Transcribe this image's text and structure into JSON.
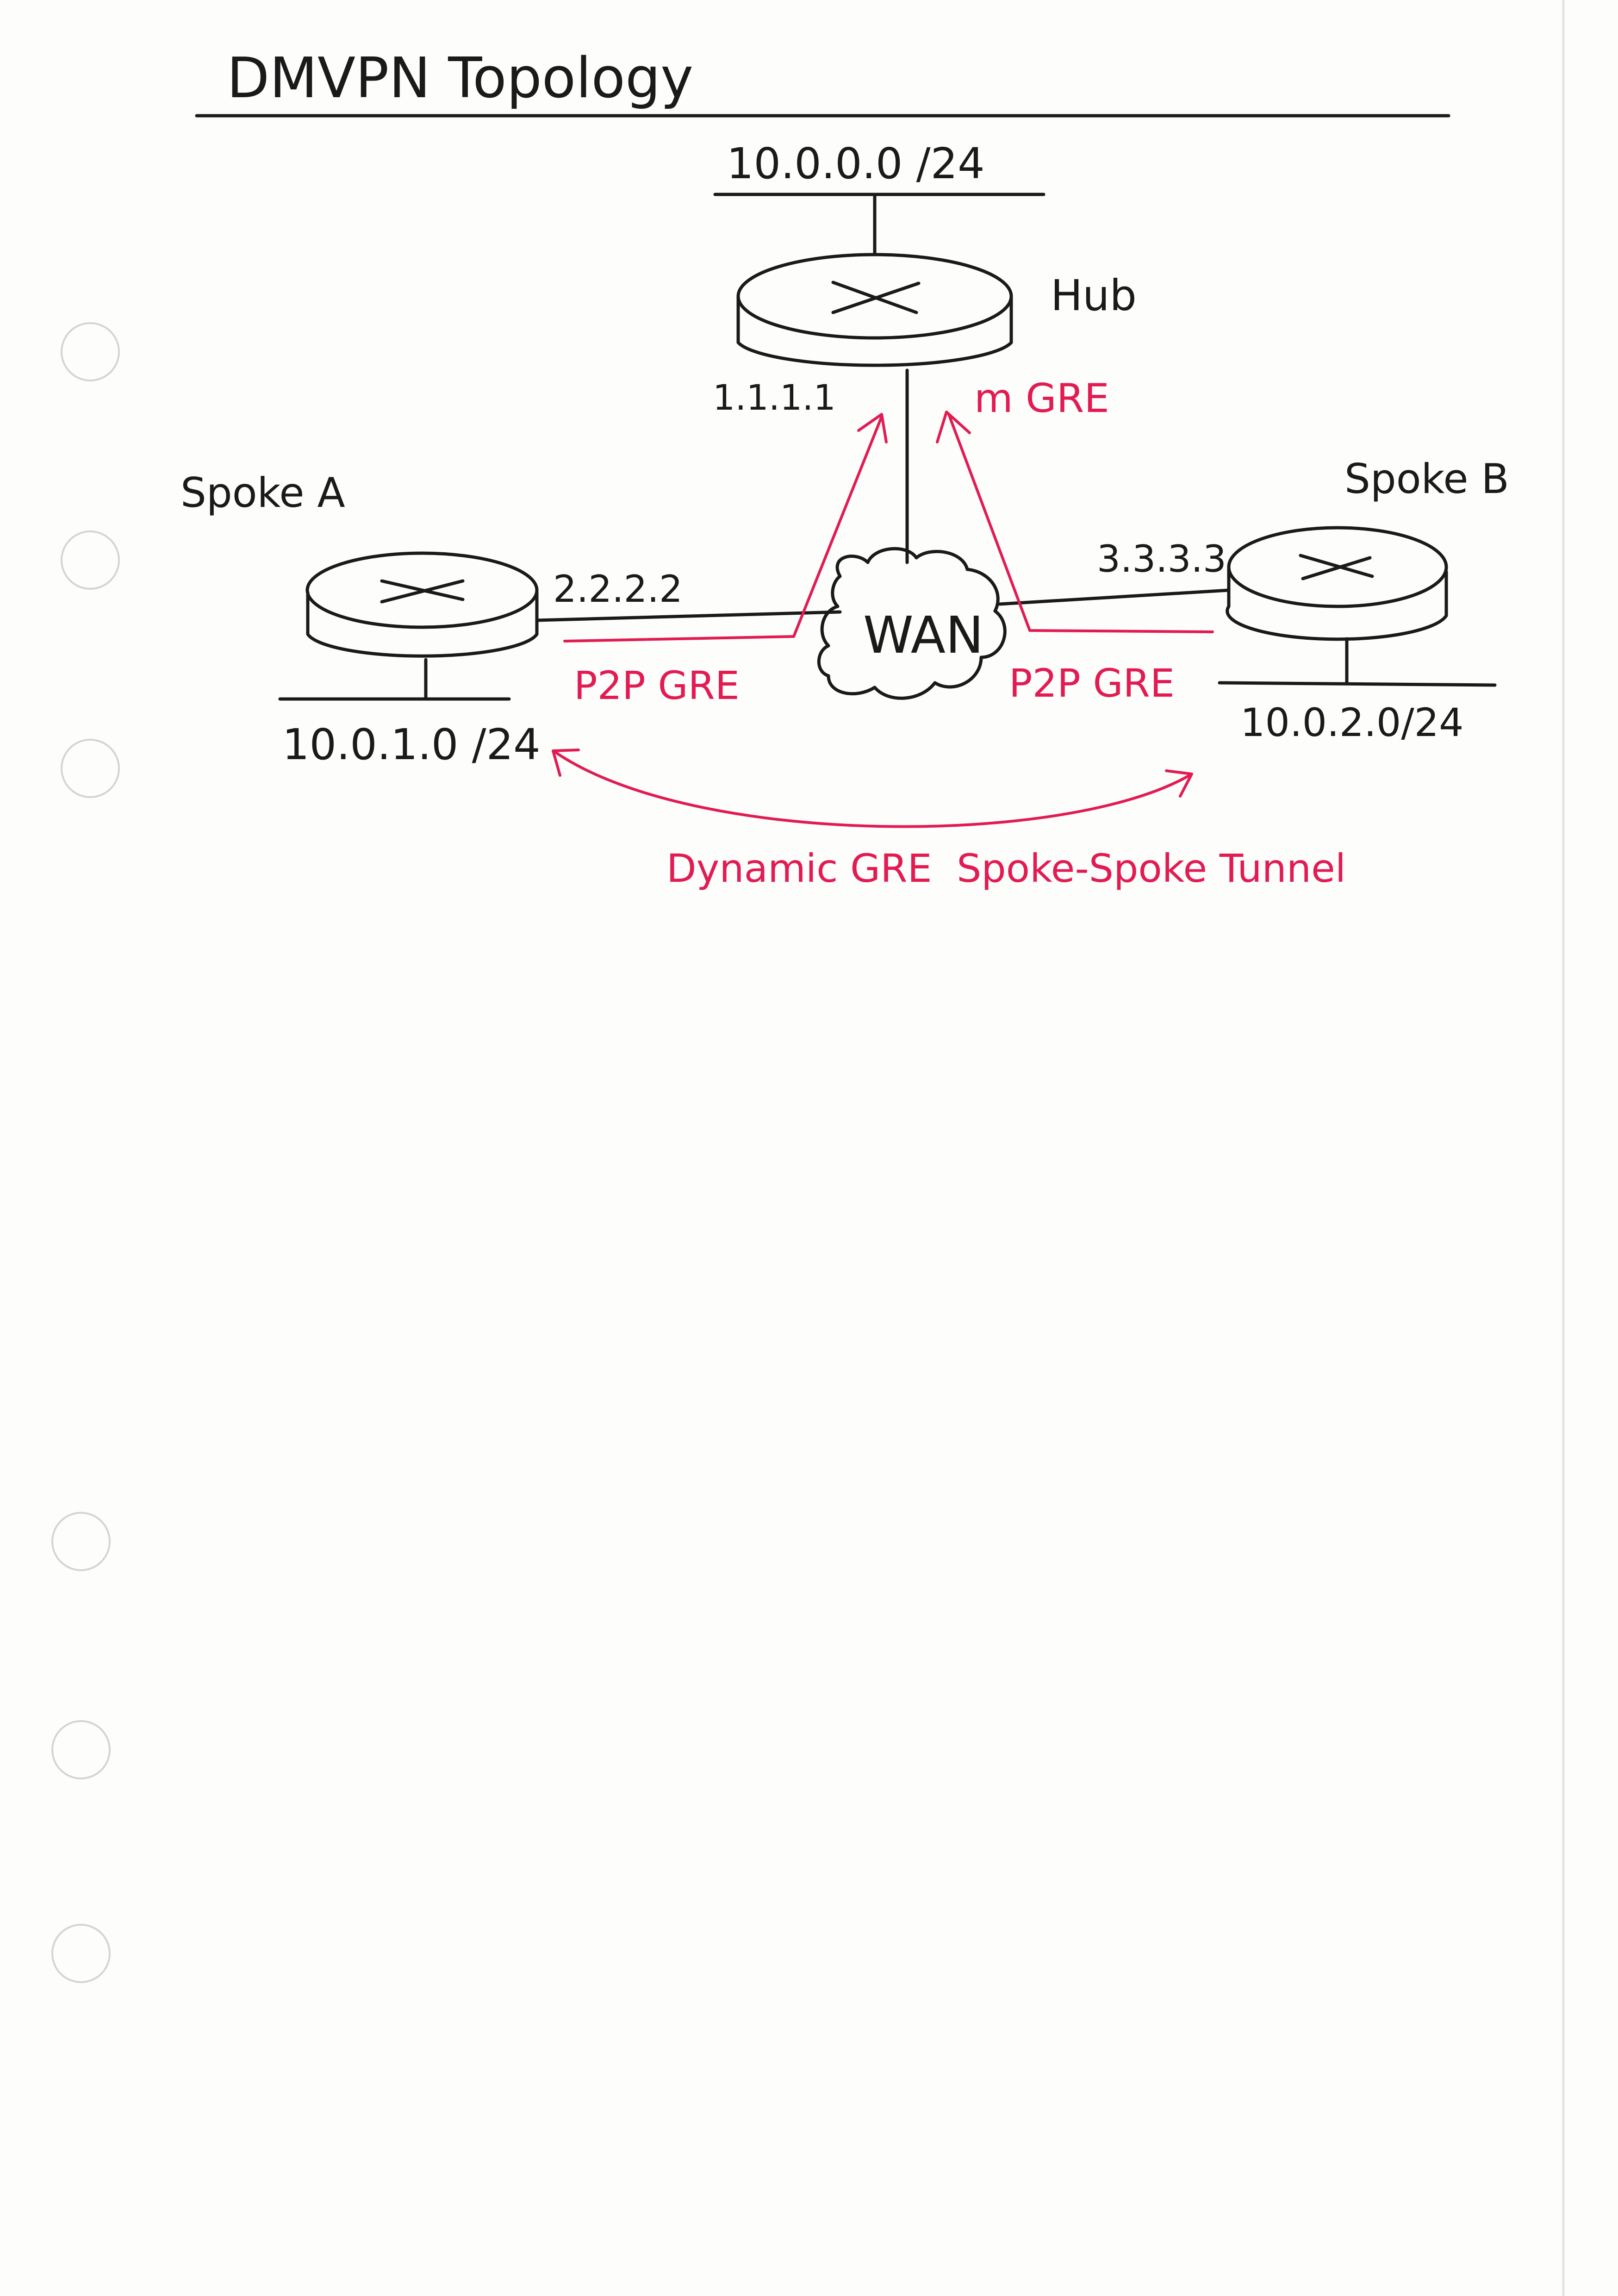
{
  "title": "DMVPN Topology",
  "hub": {
    "label": "Hub",
    "lan": "10.0.0.0 /24",
    "wan_ip": "1.1.1.1"
  },
  "spoke_a": {
    "label": "Spoke A",
    "lan": "10.0.1.0 /24",
    "wan_ip": "2.2.2.2"
  },
  "spoke_b": {
    "label": "Spoke B",
    "lan": "10.0.2.0/24",
    "wan_ip": "3.3.3.3"
  },
  "wan": {
    "label": "WAN"
  },
  "tunnels": {
    "hub": "m GRE",
    "spoke_a": "P2P GRE",
    "spoke_b": "P2P GRE",
    "dynamic": "Dynamic GRE  Spoke-Spoke Tunnel"
  },
  "colors": {
    "ink": "#1a1a1a",
    "tunnel": "#e21b52",
    "paper": "#fdfdfc"
  },
  "icons": {
    "router": "router-icon",
    "cloud": "cloud-icon"
  }
}
